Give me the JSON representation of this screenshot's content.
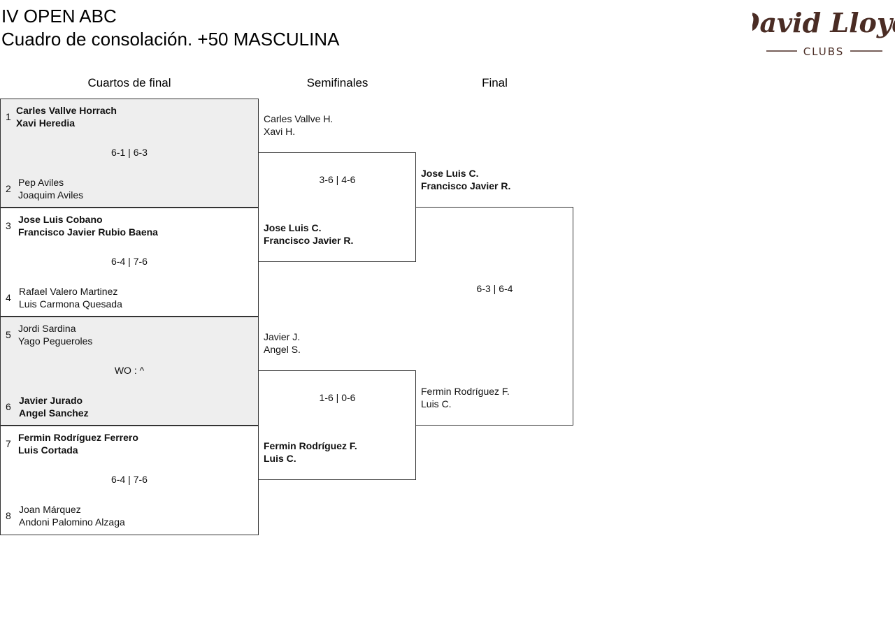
{
  "header": {
    "title_line1": "IV OPEN ABC",
    "title_line2": "Cuadro de consolación. +50 MASCULINA",
    "logo_text": "David Lloyd",
    "logo_sub": "CLUBS",
    "logo_color": "#4a2c24"
  },
  "rounds": [
    "Cuartos de final",
    "Semifinales",
    "Final"
  ],
  "quarterfinals": [
    {
      "score": "6-1 | 6-3",
      "top": {
        "seed": "1",
        "p1": "Carles Vallve Horrach",
        "p2": "Xavi Heredia",
        "winner": true
      },
      "bottom": {
        "seed": "2",
        "p1": "Pep Aviles",
        "p2": "Joaquim Aviles",
        "winner": false
      }
    },
    {
      "score": "6-4 | 7-6",
      "top": {
        "seed": "3",
        "p1": "Jose Luis Cobano",
        "p2": "Francisco Javier Rubio Baena",
        "winner": true
      },
      "bottom": {
        "seed": "4",
        "p1": "Rafael Valero Martinez",
        "p2": "Luis Carmona Quesada",
        "winner": false
      }
    },
    {
      "score": "WO : ^",
      "top": {
        "seed": "5",
        "p1": "Jordi Sardina",
        "p2": "Yago Pegueroles",
        "winner": false
      },
      "bottom": {
        "seed": "6",
        "p1": "Javier Jurado",
        "p2": "Angel Sanchez",
        "winner": true
      }
    },
    {
      "score": "6-4 | 7-6",
      "top": {
        "seed": "7",
        "p1": "Fermin Rodríguez Ferrero",
        "p2": "Luis Cortada",
        "winner": true
      },
      "bottom": {
        "seed": "8",
        "p1": "Joan Márquez",
        "p2": "Andoni Palomino Alzaga",
        "winner": false
      }
    }
  ],
  "semifinals": [
    {
      "score": "3-6 | 4-6",
      "top": {
        "p1": "Carles Vallve H.",
        "p2": "Xavi H.",
        "winner": false
      },
      "bottom": {
        "p1": "Jose Luis C.",
        "p2": "Francisco Javier R.",
        "winner": true
      }
    },
    {
      "score": "1-6 | 0-6",
      "top": {
        "p1": "Javier J.",
        "p2": "Angel S.",
        "winner": false
      },
      "bottom": {
        "p1": "Fermin Rodríguez F.",
        "p2": "Luis C.",
        "winner": true
      }
    }
  ],
  "final": {
    "score": "6-3 | 6-4",
    "top": {
      "p1": "Jose Luis C.",
      "p2": "Francisco Javier R.",
      "winner": true
    },
    "bottom": {
      "p1": "Fermin Rodríguez F.",
      "p2": "Luis C.",
      "winner": false
    }
  }
}
